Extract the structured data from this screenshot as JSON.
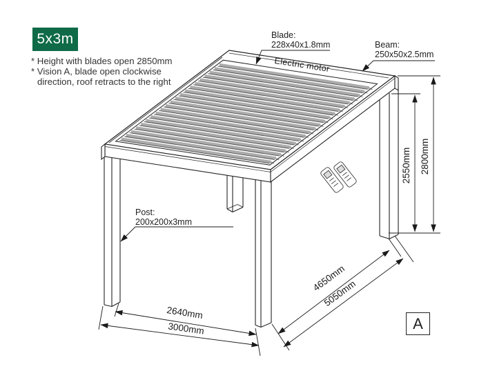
{
  "badge": {
    "label": "5x3m"
  },
  "notes": {
    "line1": "* Height with blades open 2850mm",
    "line2": "* Vision A, blade open clockwise",
    "line3": "direction, roof retracts to the right"
  },
  "callouts": {
    "blade": {
      "title": "Blade:",
      "spec": "228x40x1.8mm"
    },
    "beam": {
      "title": "Beam:",
      "spec": "250x50x2.5mm"
    },
    "post": {
      "title": "Post:",
      "spec": "200x200x3mm"
    },
    "motor": {
      "label": "Electric motor"
    }
  },
  "dimensions": {
    "post_height_inner": "2550mm",
    "height_overall": "2800mm",
    "width_inner": "2640mm",
    "width_overall": "3000mm",
    "length_inner": "4650mm",
    "length_overall": "5050mm"
  },
  "view_marker": {
    "label": "A"
  },
  "colors": {
    "badge_bg": "#0e6a47",
    "badge_fg": "#ffffff",
    "line": "#1f1f1f",
    "blade_fill": "#ababab"
  }
}
